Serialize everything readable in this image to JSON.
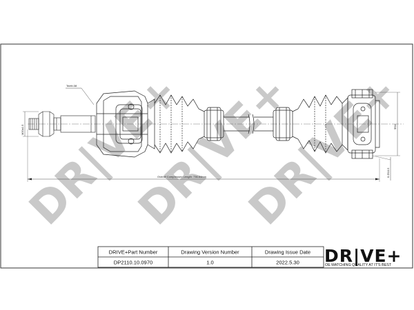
{
  "drawing": {
    "teeth_label": "Teeth:38",
    "left_spline_label": "M20x1.5",
    "overall_length_label": "Overall  Compressed  Length: 736.64mm",
    "right_diameter_label": "Φ94",
    "right_spline_label": "6-Φ10.5",
    "watermark_text": "DR|VE+"
  },
  "title_block": {
    "headers": [
      "DRIVE+Part Number",
      "Drawing Version Number",
      "Drawing Issue Date"
    ],
    "values": [
      "DP2110.10.0970",
      "1.0",
      "2022.5.30"
    ]
  },
  "logo": {
    "brand": "DR|VE+",
    "tagline": "OE MATCHING QUALITY AT IT'S BEST"
  }
}
